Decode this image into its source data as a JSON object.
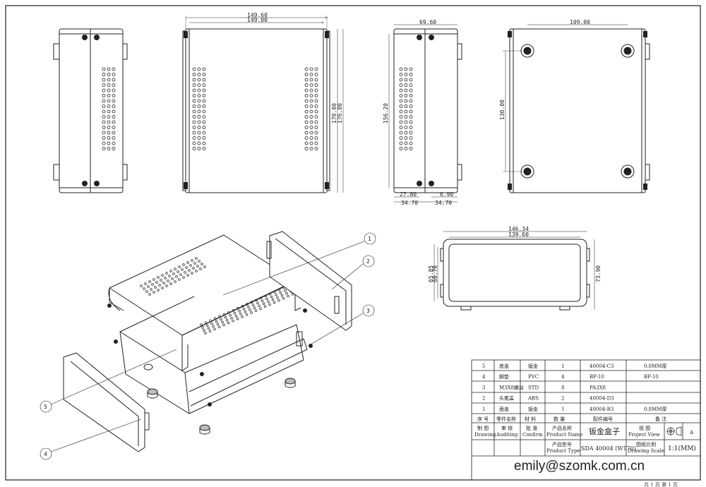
{
  "dimensions": {
    "front_width_outer": "149.60",
    "front_width_inner": "149.00",
    "front_height_outer": "170.00",
    "front_height_inner": "176.00",
    "side_width": "69.60",
    "side_height": "156.20",
    "side_bottom_left_inner": "27.80",
    "side_bottom_left_outer": "34.70",
    "side_bottom_right_inner": "6.90",
    "side_bottom_right_outer": "34.70",
    "bottom_hole_spacing_x": "109.00",
    "bottom_hole_spacing_y": "130.00",
    "end_width_outer": "146.34",
    "end_width_inner": "139.60",
    "end_height_a": "65.85",
    "end_height_b": "60.70",
    "end_height_total": "73.90"
  },
  "callouts": [
    "1",
    "2",
    "3",
    "4",
    "5"
  ],
  "bom": {
    "rows": [
      {
        "no": "5",
        "name": "底盖",
        "material": "钣金",
        "qty": "1",
        "code": "40004-C3",
        "note": "0.8MM厚"
      },
      {
        "no": "4",
        "name": "脚垫",
        "material": "PVC",
        "qty": "4",
        "code": "BP-10",
        "note": "BP-10"
      },
      {
        "no": "3",
        "name": "M3X8螺丝",
        "material": "STD",
        "qty": "8",
        "code": "PA3X8",
        "note": ""
      },
      {
        "no": "2",
        "name": "头尾盖",
        "material": "ABS",
        "qty": "2",
        "code": "40004-D3",
        "note": ""
      },
      {
        "no": "1",
        "name": "面盖",
        "material": "钣金",
        "qty": "1",
        "code": "40004-B3",
        "note": "0.8MM厚"
      }
    ],
    "header": {
      "no": "序 号",
      "name": "零件名称",
      "material": "材 料",
      "qty": "数 量",
      "code": "配件编号",
      "note": "备 注"
    },
    "drawing_cn": "制 图",
    "drawing_en": "Drawing",
    "auditing_cn": "审 核",
    "auditing_en": "Auditing",
    "confirm_cn": "批 准",
    "confirm_en": "Confirm",
    "product_name_cn": "产品名称",
    "product_name_en": "Product Name",
    "product_name": "钣金盒子",
    "project_view_cn": "视 图",
    "project_view_en": "Project View",
    "revision": "A",
    "product_type_cn": "产品型号",
    "product_type_en": "Product Type",
    "product_type": "SDA 40004 (W170)",
    "scale_cn": "图纸比例",
    "scale_en": "Drawing Scale",
    "scale": "1:1(MM)",
    "contact": "emily@szomk.com.cn"
  },
  "footer": "共 1 页  第 1 页"
}
